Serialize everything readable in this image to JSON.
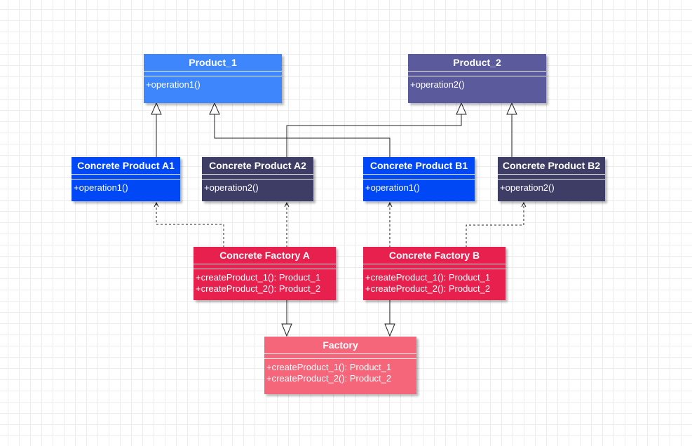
{
  "colors": {
    "product": "#3d86fb",
    "product_2": "#5a5a9c",
    "concrete_product_blue": "#0047f5",
    "concrete_product_dark": "#3d3d66",
    "concrete_factory": "#e8204e",
    "factory": "#f5667a",
    "connector": "#222222"
  },
  "classes": [
    {
      "id": "product_1",
      "name": "Product_1",
      "methods": [
        "+operation1()"
      ],
      "color": "#3d86fb"
    },
    {
      "id": "product_2",
      "name": "Product_2",
      "methods": [
        "+operation2()"
      ],
      "color": "#5a5a9c"
    },
    {
      "id": "concrete_product_a1",
      "name": "Concrete Product A1",
      "methods": [
        "+operation1()"
      ],
      "color": "#0047f5"
    },
    {
      "id": "concrete_product_a2",
      "name": "Concrete Product A2",
      "methods": [
        "+operation2()"
      ],
      "color": "#3d3d66"
    },
    {
      "id": "concrete_product_b1",
      "name": "Concrete Product B1",
      "methods": [
        "+operation1()"
      ],
      "color": "#0047f5"
    },
    {
      "id": "concrete_product_b2",
      "name": "Concrete Product B2",
      "methods": [
        "+operation2()"
      ],
      "color": "#3d3d66"
    },
    {
      "id": "concrete_factory_a",
      "name": "Concrete Factory A",
      "methods": [
        "+createProduct_1(): Product_1",
        "+createProduct_2(): Product_2"
      ],
      "color": "#e8204e"
    },
    {
      "id": "concrete_factory_b",
      "name": "Concrete Factory B",
      "methods": [
        "+createProduct_1(): Product_1",
        "+createProduct_2(): Product_2"
      ],
      "color": "#e8204e"
    },
    {
      "id": "factory",
      "name": "Factory",
      "methods": [
        "+createProduct_1(): Product_1",
        "+createProduct_2(): Product_2"
      ],
      "color": "#f5667a"
    }
  ],
  "relations": [
    {
      "from": "concrete_product_a1",
      "to": "product_1",
      "type": "inheritance"
    },
    {
      "from": "concrete_product_b1",
      "to": "product_1",
      "type": "inheritance"
    },
    {
      "from": "concrete_product_a2",
      "to": "product_2",
      "type": "inheritance"
    },
    {
      "from": "concrete_product_b2",
      "to": "product_2",
      "type": "inheritance"
    },
    {
      "from": "concrete_factory_a",
      "to": "concrete_product_a1",
      "type": "dependency"
    },
    {
      "from": "concrete_factory_a",
      "to": "concrete_product_a2",
      "type": "dependency"
    },
    {
      "from": "concrete_factory_b",
      "to": "concrete_product_b1",
      "type": "dependency"
    },
    {
      "from": "concrete_factory_b",
      "to": "concrete_product_b2",
      "type": "dependency"
    },
    {
      "from": "concrete_factory_a",
      "to": "factory",
      "type": "inheritance"
    },
    {
      "from": "concrete_factory_b",
      "to": "factory",
      "type": "inheritance"
    }
  ]
}
